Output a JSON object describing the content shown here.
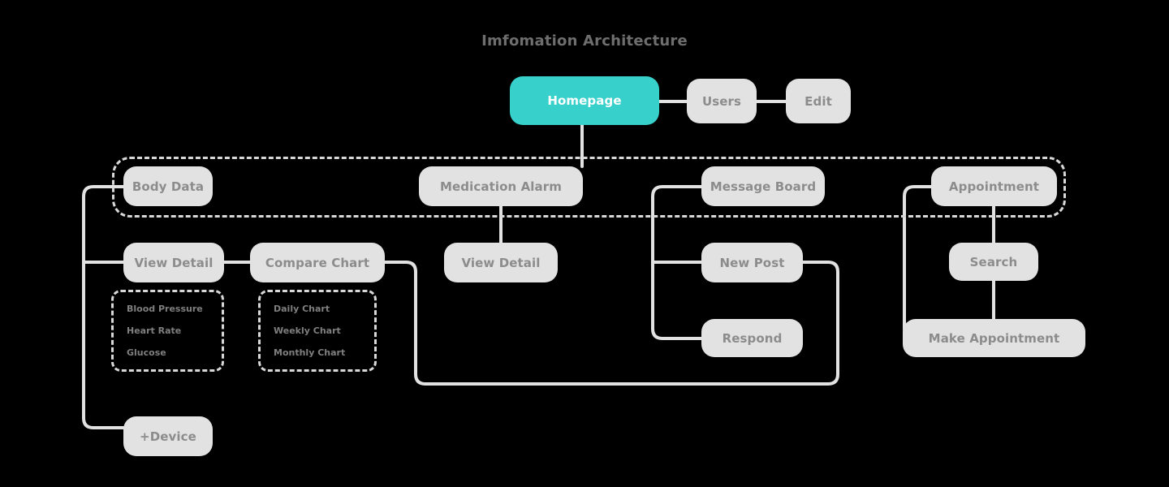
{
  "title": "Imfomation Architecture",
  "colors": {
    "background": "#000000",
    "node_fill": "#e2e2e2",
    "node_text": "#8c8c8c",
    "accent": "#38d0cb",
    "accent_text": "#ffffff",
    "connector": "#e2e2e2",
    "dashed_border": "#d8d8d8",
    "title_text": "#6e6e6e"
  },
  "nodes": {
    "homepage": "Homepage",
    "users": "Users",
    "edit": "Edit",
    "body_data": "Body Data",
    "medication_alarm": "Medication Alarm",
    "message_board": "Message Board",
    "appointment": "Appointment",
    "view_detail_body": "View Detail",
    "compare_chart": "Compare Chart",
    "view_detail_medication": "View Detail",
    "new_post": "New Post",
    "search": "Search",
    "respond": "Respond",
    "make_appointment": "Make Appointment",
    "add_device": "+Device"
  },
  "body_metrics": {
    "items": [
      "Blood Pressure",
      "Heart Rate",
      "Glucose"
    ]
  },
  "chart_types": {
    "items": [
      "Daily Chart",
      "Weekly Chart",
      "Monthly Chart"
    ]
  }
}
